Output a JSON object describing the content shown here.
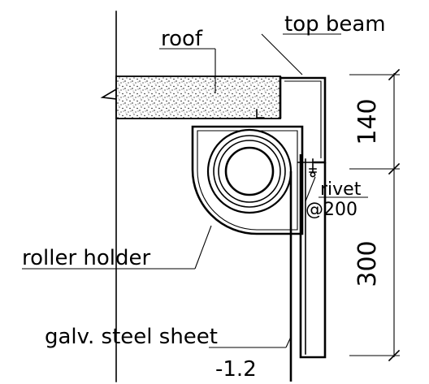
{
  "labels": {
    "roof": "roof",
    "top_beam": "top beam",
    "rivet": "rivet",
    "rivet_spacing": "@200",
    "roller_holder": "roller holder",
    "sheet": "galv. steel sheet",
    "sheet_thickness": "-1.2"
  },
  "dimensions": {
    "upper": "140",
    "lower": "300"
  }
}
